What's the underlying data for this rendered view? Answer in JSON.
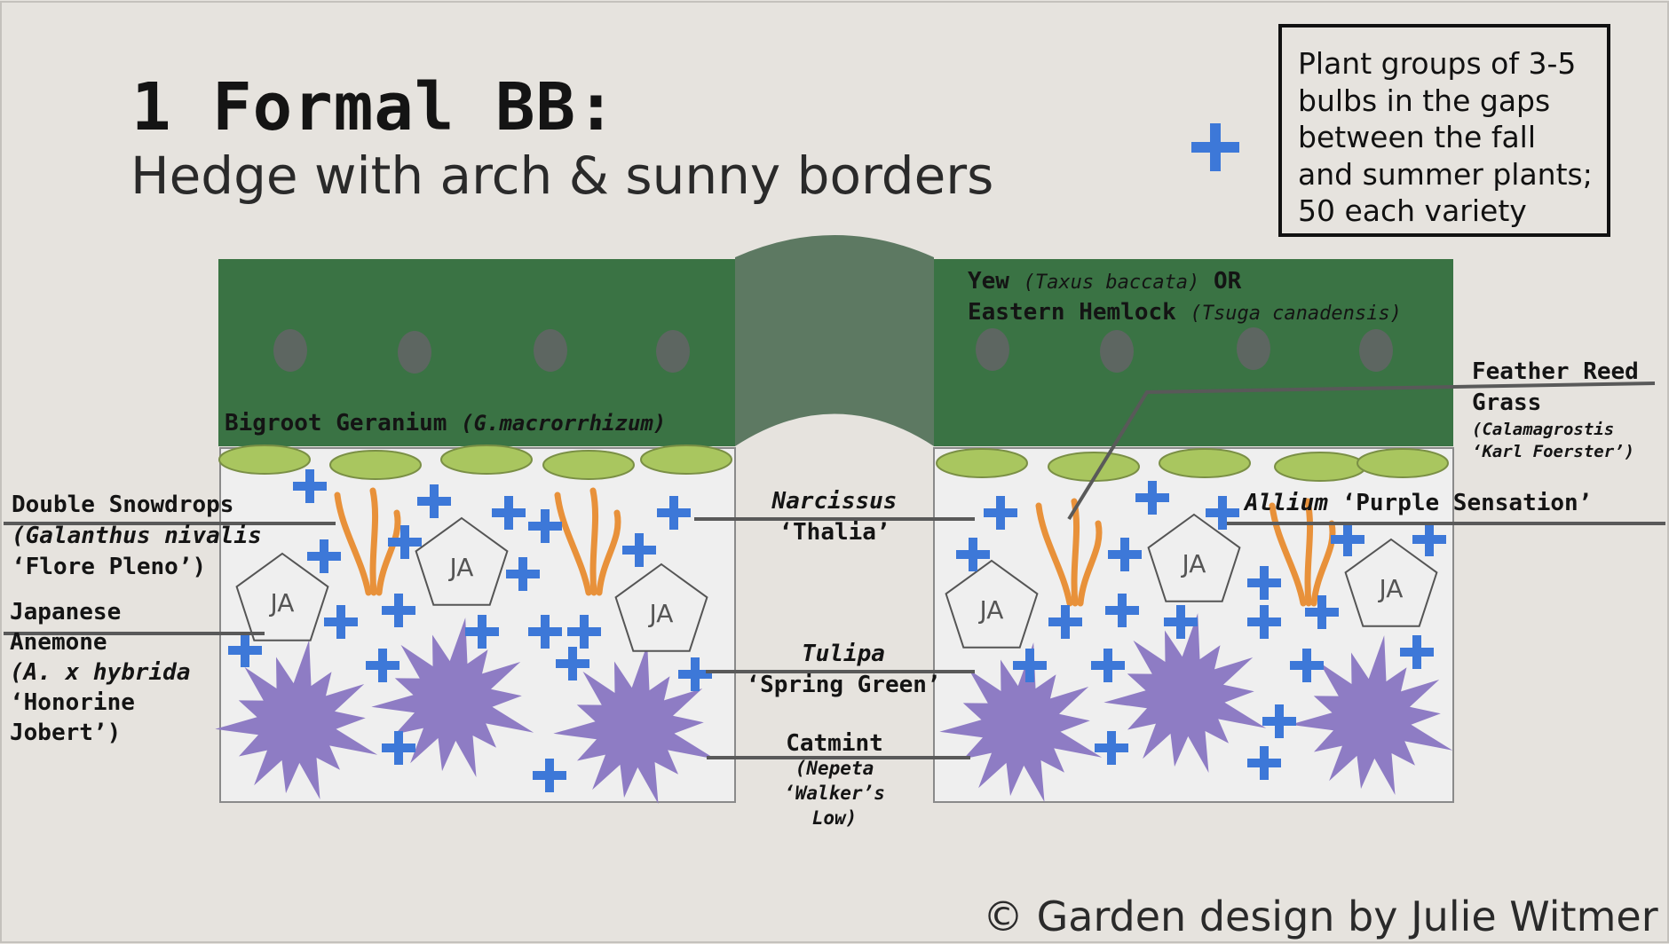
{
  "title": {
    "main": "1 Formal BB:",
    "subtitle": "Hedge with arch & sunny borders"
  },
  "note": {
    "lines": [
      "Plant groups of 3-5",
      "bulbs in the gaps",
      "between the fall",
      "and summer plants;",
      "50 each variety"
    ]
  },
  "credit": "© Garden design by Julie Witmer",
  "hedge": {
    "name": "Yew",
    "latin1": "(Taxus baccata)",
    "or": "OR",
    "name2": "Eastern Hemlock",
    "latin2": "(Tsuga canadensis)"
  },
  "labels": {
    "geranium": {
      "name": "Bigroot Geranium",
      "latin": "(G.macrorrhizum)"
    },
    "snowdrops": {
      "line1": "Double Snowdrops",
      "line2": "(Galanthus nivalis",
      "line3": "‘Flore Pleno’)"
    },
    "anemone": {
      "line1": "Japanese",
      "line2": "Anemone",
      "line3": "(A. x hybrida",
      "line4": "‘Honorine",
      "line5": "Jobert’)"
    },
    "narcissus": {
      "line1": "Narcissus",
      "line2": "‘Thalia’"
    },
    "tulipa": {
      "line1": "Tulipa",
      "line2": "‘Spring Green’"
    },
    "catmint": {
      "line1": "Catmint",
      "line2": "(Nepeta",
      "line3": "‘Walker’s",
      "line4": "Low)"
    },
    "feather": {
      "line1": "Feather Reed",
      "line2": "Grass",
      "line3": "(Calamagrostis",
      "line4": "‘Karl Foerster’)"
    },
    "allium": {
      "line1a": "Allium",
      "line1b": "‘Purple Sensation’"
    }
  },
  "ja_label": "JA",
  "colors": {
    "background": "#e6e3de",
    "hedge": "#3a7344",
    "hedge_dots": "#5d6661",
    "arch": "#5d7962",
    "border_bed": "#efefef",
    "geranium": "#a9c65f",
    "grass": "#e8913a",
    "bulb_plus": "#3d78d8",
    "catmint": "#8e7cc4",
    "anemone_fill": "#efefef",
    "leader_lines": "#595959"
  },
  "icons": {
    "bulb": "blue-plus-icon",
    "anemone": "pentagon-icon",
    "catmint": "starburst-icon",
    "grass": "grass-tuft-icon",
    "geranium": "oval-mound-icon"
  }
}
